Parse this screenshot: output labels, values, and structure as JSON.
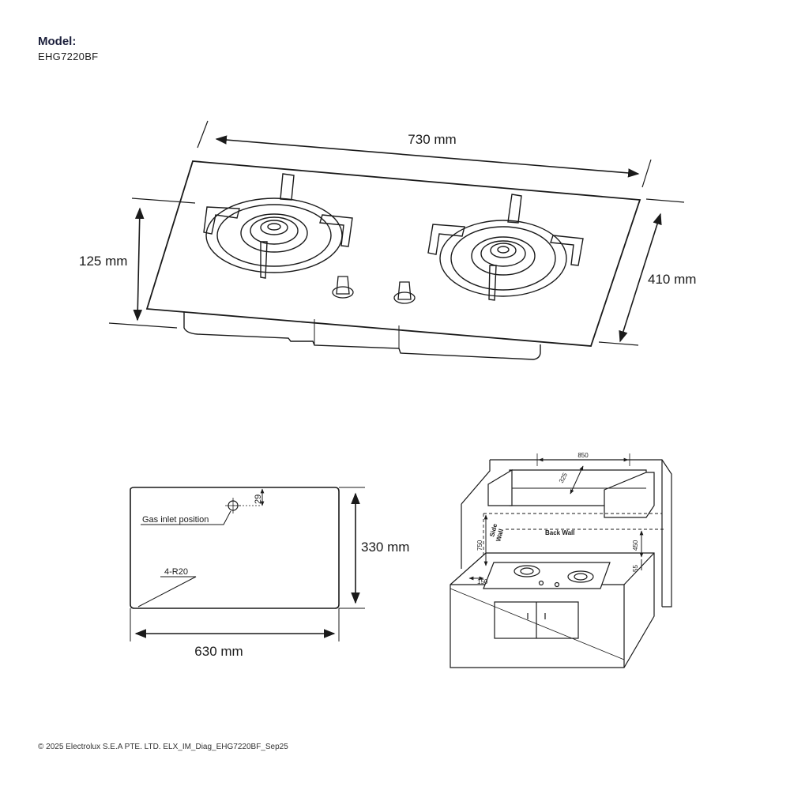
{
  "header": {
    "model_label": "Model:",
    "model_value": "EHG7220BF"
  },
  "top_view": {
    "width_label": "730 mm",
    "depth_label": "410 mm",
    "height_label": "125 mm"
  },
  "cutout": {
    "width_label": "630 mm",
    "depth_label": "330 mm",
    "gas_inlet_label": "Gas inlet position",
    "gas_inlet_offset": "29",
    "radius_label": "4-R20"
  },
  "installation": {
    "hood_width": "850",
    "hood_depth": "325",
    "side_wall_label_1": "Side",
    "side_wall_label_2": "Wall",
    "back_wall_label": "Back Wall",
    "side_clearance": "750",
    "side_offset": "150",
    "back_clearance": "450",
    "back_offset": "55"
  },
  "footer": {
    "copyright": "© 2025 Electrolux S.E.A PTE. LTD. ELX_IM_Diag_EHG7220BF_Sep25"
  }
}
